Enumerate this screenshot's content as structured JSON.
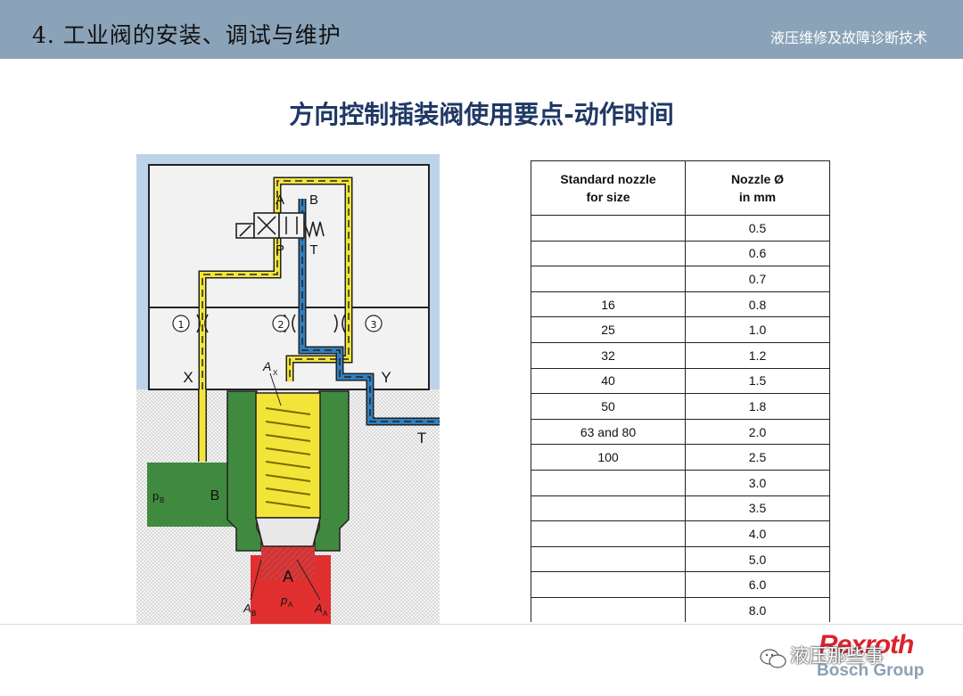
{
  "header": {
    "title": "4. 工业阀的安装、调试与维护",
    "subtitle": "液压维修及故障诊断技术"
  },
  "slide": {
    "title": "方向控制插装阀使用要点-动作时间"
  },
  "diagram": {
    "labels": {
      "port_a_top": "A",
      "port_b_top": "B",
      "port_p": "P",
      "port_t": "T",
      "orifice_1": "①",
      "orifice_2": "②",
      "orifice_3": "③",
      "x": "X",
      "y": "Y",
      "ax": "A",
      "ax_sub": "X",
      "t_right": "T",
      "pb": "p",
      "pb_sub": "B",
      "b": "B",
      "a": "A",
      "ab": "A",
      "ab_sub": "B",
      "pa": "p",
      "pa_sub": "A",
      "aa": "A",
      "aa_sub": "A"
    },
    "colors": {
      "background": "#bcd3ea",
      "pilot_yellow": "#f5e62a",
      "tank_blue": "#2f7fc1",
      "b_green": "#3a8a3c",
      "a_red": "#e02b2b",
      "spring": "#f2e23b"
    }
  },
  "table": {
    "headers": [
      "Standard nozzle\nfor size",
      "Nozzle Ø\nin mm"
    ],
    "header_col1_line1": "Standard nozzle",
    "header_col1_line2": "for size",
    "header_col2_line1": "Nozzle Ø",
    "header_col2_line2": "in mm",
    "rows": [
      {
        "size": "",
        "nozzle": "0.5"
      },
      {
        "size": "",
        "nozzle": "0.6"
      },
      {
        "size": "",
        "nozzle": "0.7"
      },
      {
        "size": "16",
        "nozzle": "0.8"
      },
      {
        "size": "25",
        "nozzle": "1.0"
      },
      {
        "size": "32",
        "nozzle": "1.2"
      },
      {
        "size": "40",
        "nozzle": "1.5"
      },
      {
        "size": "50",
        "nozzle": "1.8"
      },
      {
        "size": "63 and 80",
        "nozzle": "2.0"
      },
      {
        "size": "100",
        "nozzle": "2.5"
      },
      {
        "size": "",
        "nozzle": "3.0"
      },
      {
        "size": "",
        "nozzle": "3.5"
      },
      {
        "size": "",
        "nozzle": "4.0"
      },
      {
        "size": "",
        "nozzle": "5.0"
      },
      {
        "size": "",
        "nozzle": "6.0"
      },
      {
        "size": "",
        "nozzle": "8.0"
      }
    ]
  },
  "footer": {
    "logo": "Rexroth",
    "logo_sub": "Bosch Group",
    "watermark": "液压那些事"
  }
}
